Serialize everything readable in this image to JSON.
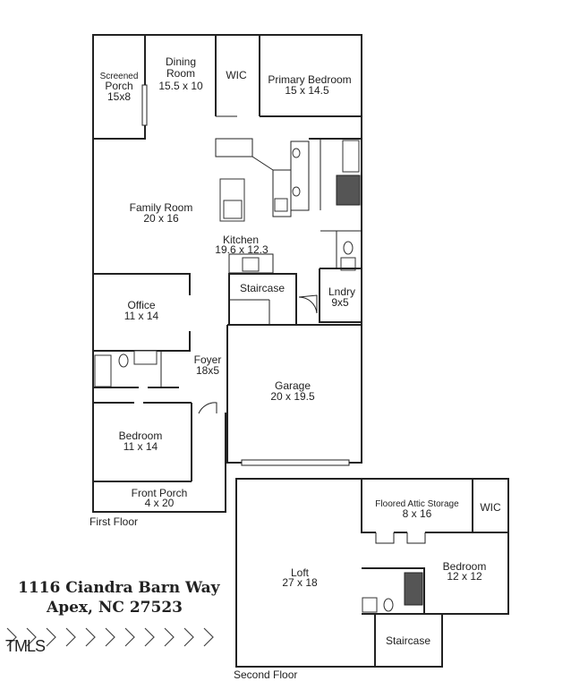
{
  "first_floor": {
    "label": "First Floor",
    "rooms": {
      "screened_porch": {
        "name": "Screened Porch",
        "name_line1": "Screened",
        "name_line2": "Porch",
        "dims": "15x8"
      },
      "dining_room": {
        "name_line1": "Dining",
        "name_line2": "Room",
        "dims": "15.5 x 10"
      },
      "wic": {
        "name": "WIC"
      },
      "primary_bedroom": {
        "name": "Primary Bedroom",
        "dims": "15 x 14.5"
      },
      "family_room": {
        "name": "Family Room",
        "dims": "20 x 16"
      },
      "kitchen": {
        "name": "Kitchen",
        "dims": "19.6 x 12.3"
      },
      "staircase": {
        "name": "Staircase"
      },
      "laundry": {
        "name": "Lndry",
        "dims": "9x5"
      },
      "office": {
        "name": "Office",
        "dims": "11 x 14"
      },
      "foyer": {
        "name": "Foyer",
        "dims": "18x5"
      },
      "garage": {
        "name": "Garage",
        "dims": "20 x 19.5"
      },
      "bedroom": {
        "name": "Bedroom",
        "dims": "11 x 14"
      },
      "front_porch": {
        "name": "Front Porch",
        "dims": "4 x 20"
      }
    }
  },
  "second_floor": {
    "label": "Second Floor",
    "rooms": {
      "attic_storage": {
        "name": "Floored Attic Storage",
        "dims": "8 x 16"
      },
      "wic": {
        "name": "WIC"
      },
      "loft": {
        "name": "Loft",
        "dims": "27 x 18"
      },
      "bedroom": {
        "name": "Bedroom",
        "dims": "12 x 12"
      },
      "staircase": {
        "name": "Staircase"
      }
    }
  },
  "address": {
    "line1": "1116 Ciandra Barn Way",
    "line2": "Apex, NC 27523"
  },
  "logo": {
    "text": "TMLS"
  }
}
